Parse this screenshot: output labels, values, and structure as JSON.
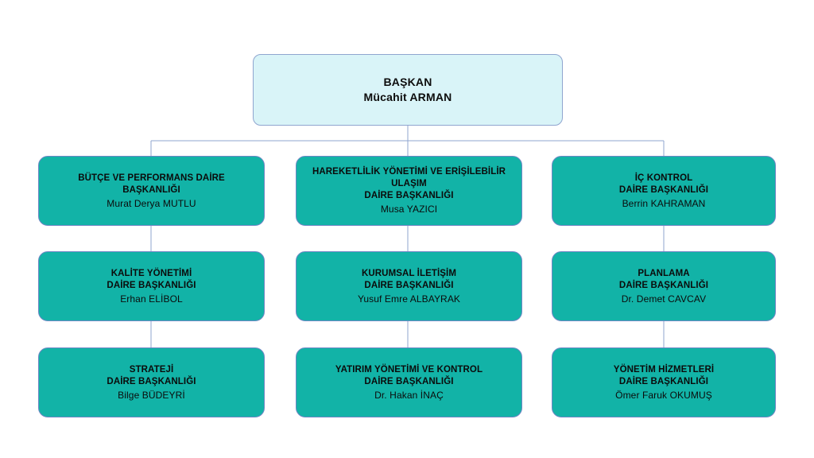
{
  "chart_data": {
    "type": "diagram",
    "subtype": "organizational-chart",
    "title": "BAŞKAN",
    "orientation": "top-down",
    "levels": 4,
    "columns": 3,
    "colors": {
      "root_fill": "#d9f4f8",
      "root_border": "#8fa5cf",
      "node_fill": "#12b3a7",
      "node_border": "#6f86c4",
      "connector": "#8fa5cf",
      "text": "#0b0b0b",
      "background": "#ffffff"
    },
    "nodes": [
      {
        "id": "root",
        "title": "BAŞKAN",
        "person": "Mücahit  ARMAN",
        "level": 0
      },
      {
        "id": "c0r0",
        "title": "BÜTÇE VE PERFORMANS DAİRE\nBAŞKANLIĞI",
        "person": "Murat Derya MUTLU",
        "level": 1,
        "column": 0,
        "row": 0
      },
      {
        "id": "c1r0",
        "title": "HAREKETLİLİK YÖNETİMİ VE ERİŞİLEBİLİR\nULAŞIM\nDAİRE BAŞKANLIĞI",
        "person": "Musa YAZICI",
        "level": 1,
        "column": 1,
        "row": 0
      },
      {
        "id": "c2r0",
        "title": "İÇ KONTROL\nDAİRE BAŞKANLIĞI",
        "person": "Berrin KAHRAMAN",
        "level": 1,
        "column": 2,
        "row": 0
      },
      {
        "id": "c0r1",
        "title": "KALİTE YÖNETİMİ\nDAİRE BAŞKANLIĞI",
        "person": "Erhan ELİBOL",
        "level": 2,
        "column": 0,
        "row": 1
      },
      {
        "id": "c1r1",
        "title": "KURUMSAL İLETİŞİM\nDAİRE BAŞKANLIĞI",
        "person": "Yusuf Emre ALBAYRAK",
        "level": 2,
        "column": 1,
        "row": 1
      },
      {
        "id": "c2r1",
        "title": "PLANLAMA\nDAİRE BAŞKANLIĞI",
        "person": "Dr. Demet CAVCAV",
        "level": 2,
        "column": 2,
        "row": 1
      },
      {
        "id": "c0r2",
        "title": "STRATEJİ\nDAİRE BAŞKANLIĞI",
        "person": "Bilge BÜDEYRİ",
        "level": 3,
        "column": 0,
        "row": 2
      },
      {
        "id": "c1r2",
        "title": "YATIRIM YÖNETİMİ VE KONTROL\nDAİRE BAŞKANLIĞI",
        "person": "Dr. Hakan İNAÇ",
        "level": 3,
        "column": 1,
        "row": 2
      },
      {
        "id": "c2r2",
        "title": "YÖNETİM HİZMETLERİ\nDAİRE BAŞKANLIĞI",
        "person": "Ömer Faruk OKUMUŞ",
        "level": 3,
        "column": 2,
        "row": 2
      }
    ],
    "edges": [
      {
        "from": "root",
        "to": "c0r0"
      },
      {
        "from": "root",
        "to": "c1r0"
      },
      {
        "from": "root",
        "to": "c2r0"
      },
      {
        "from": "c0r0",
        "to": "c0r1"
      },
      {
        "from": "c1r0",
        "to": "c1r1"
      },
      {
        "from": "c2r0",
        "to": "c2r1"
      },
      {
        "from": "c0r1",
        "to": "c0r2"
      },
      {
        "from": "c1r1",
        "to": "c1r2"
      },
      {
        "from": "c2r1",
        "to": "c2r2"
      }
    ]
  },
  "root": {
    "title": "BAŞKAN",
    "person": "Mücahit  ARMAN"
  },
  "nodes": {
    "c0r0": {
      "title": "BÜTÇE VE PERFORMANS DAİRE\nBAŞKANLIĞI",
      "person": "Murat Derya MUTLU"
    },
    "c1r0": {
      "title": "HAREKETLİLİK YÖNETİMİ VE ERİŞİLEBİLİR\nULAŞIM\nDAİRE BAŞKANLIĞI",
      "person": "Musa YAZICI"
    },
    "c2r0": {
      "title": "İÇ KONTROL\nDAİRE BAŞKANLIĞI",
      "person": "Berrin KAHRAMAN"
    },
    "c0r1": {
      "title": "KALİTE YÖNETİMİ\nDAİRE BAŞKANLIĞI",
      "person": "Erhan ELİBOL"
    },
    "c1r1": {
      "title": "KURUMSAL İLETİŞİM\nDAİRE BAŞKANLIĞI",
      "person": "Yusuf Emre ALBAYRAK"
    },
    "c2r1": {
      "title": "PLANLAMA\nDAİRE BAŞKANLIĞI",
      "person": "Dr. Demet CAVCAV"
    },
    "c0r2": {
      "title": "STRATEJİ\nDAİRE BAŞKANLIĞI",
      "person": "Bilge BÜDEYRİ"
    },
    "c1r2": {
      "title": "YATIRIM YÖNETİMİ VE KONTROL\nDAİRE BAŞKANLIĞI",
      "person": "Dr. Hakan İNAÇ"
    },
    "c2r2": {
      "title": "YÖNETİM HİZMETLERİ\nDAİRE BAŞKANLIĞI",
      "person": "Ömer Faruk OKUMUŞ"
    }
  }
}
